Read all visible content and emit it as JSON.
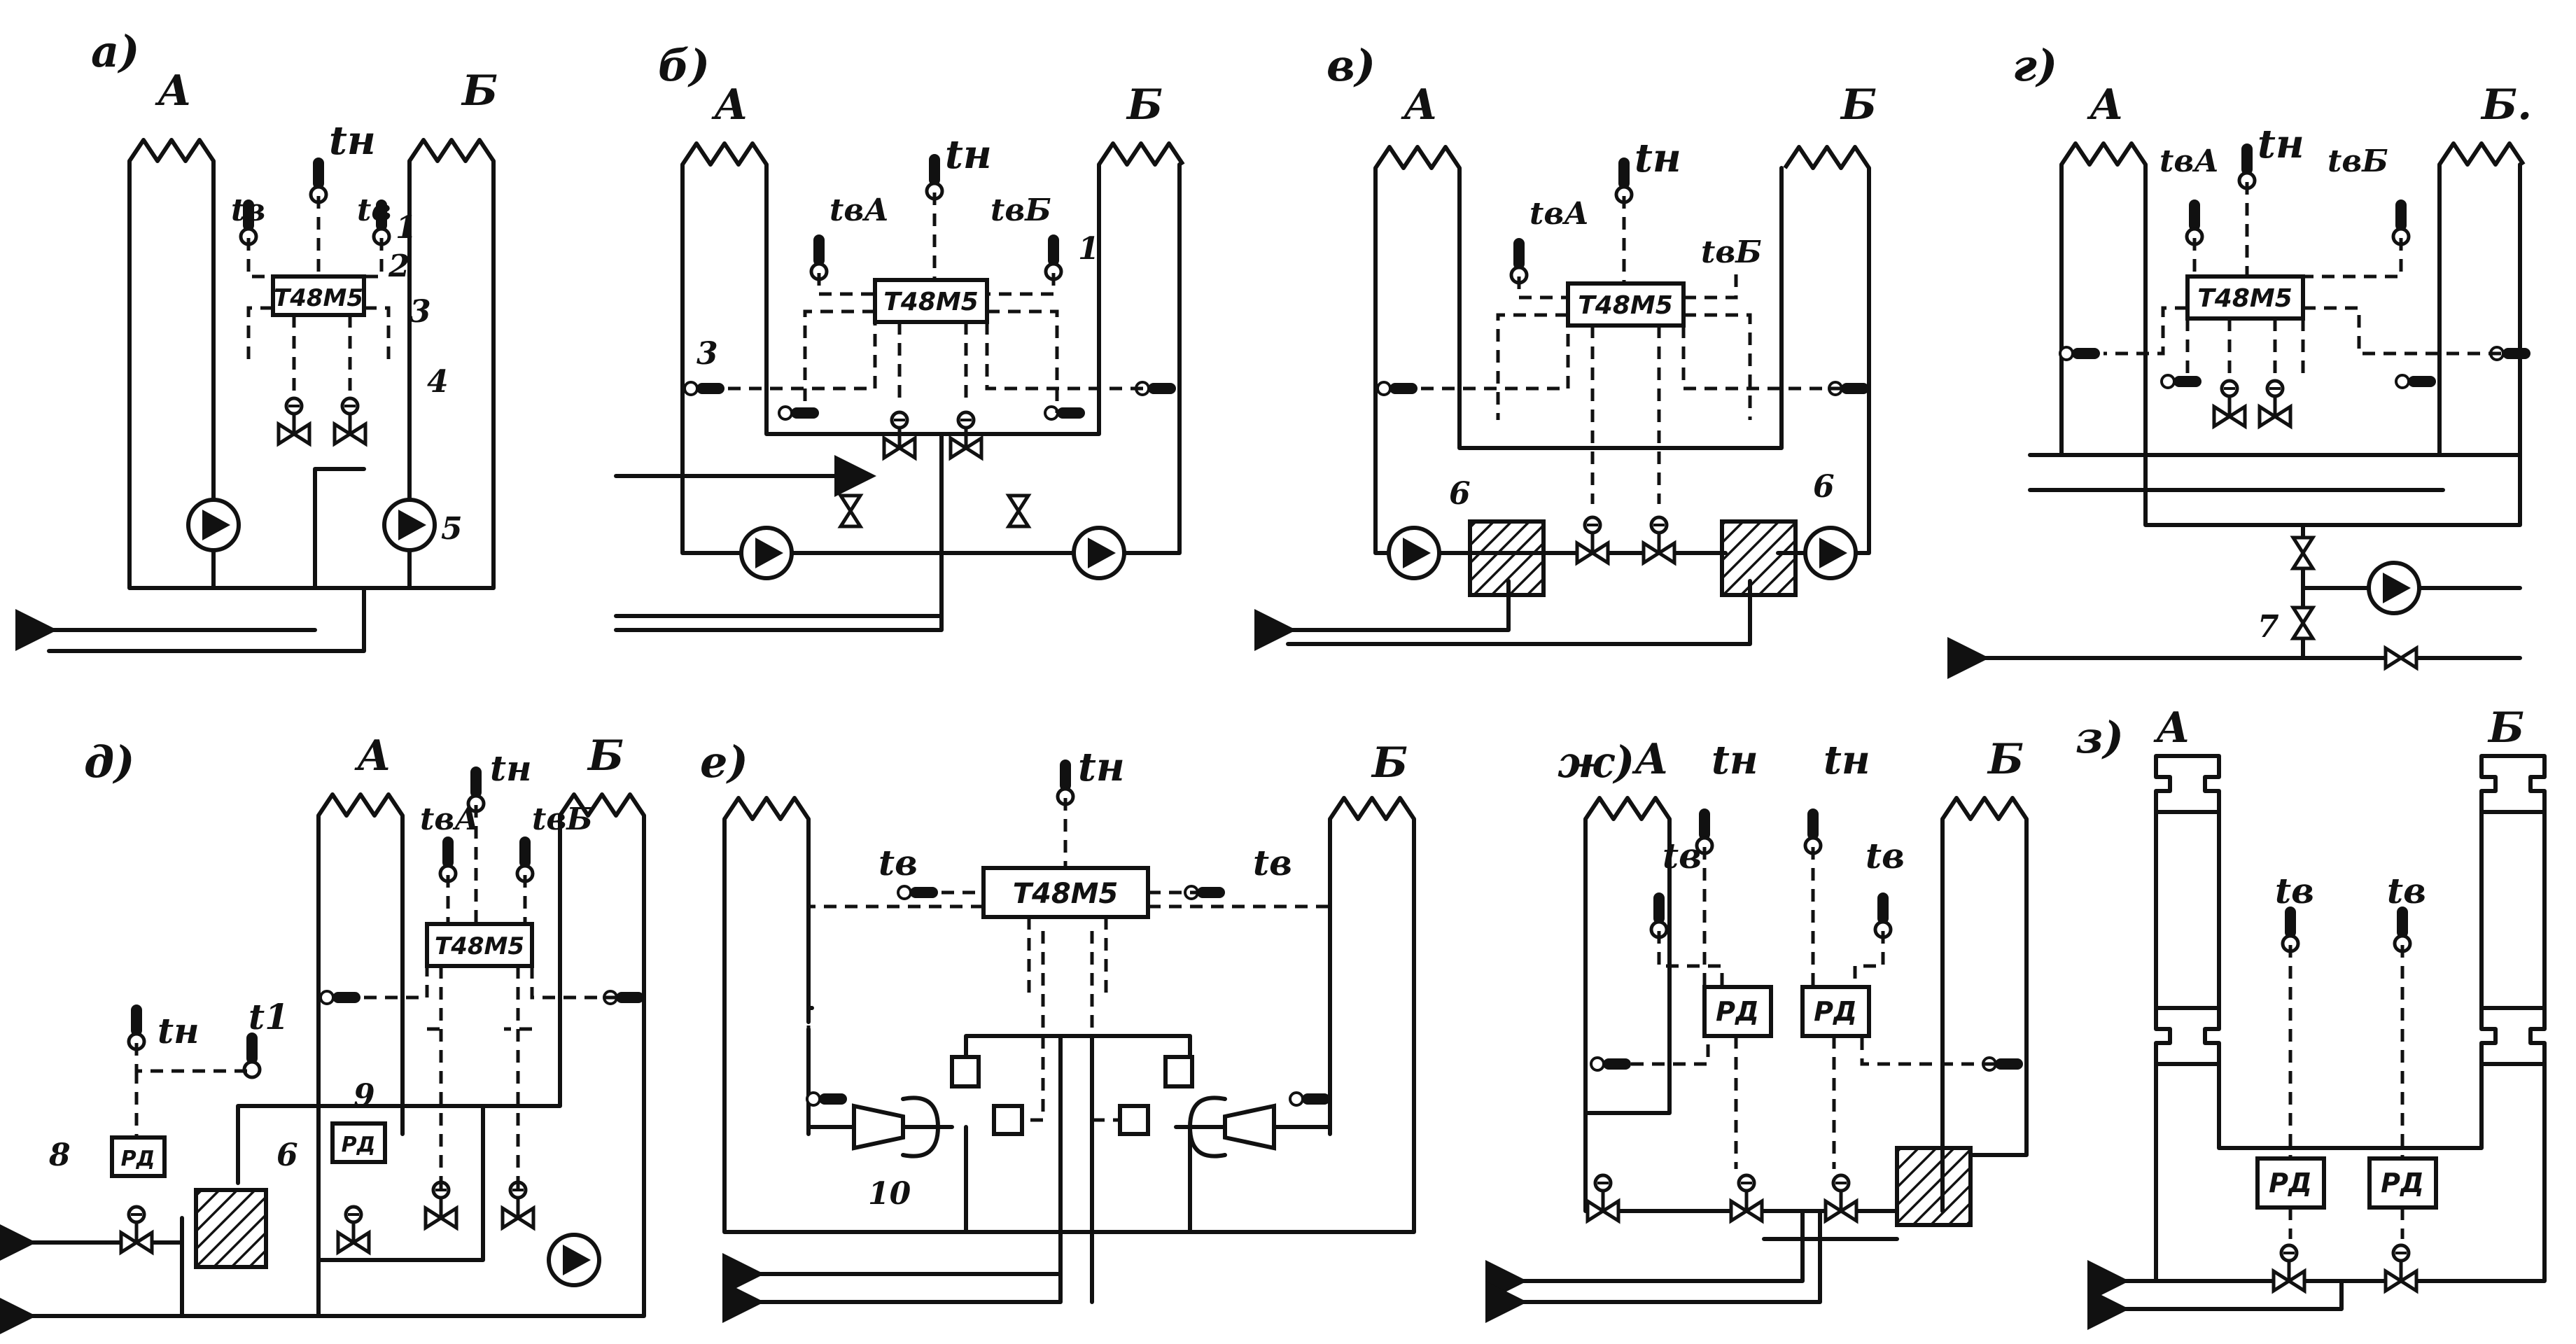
{
  "panels": [
    {
      "id": "a",
      "letter": "а)",
      "left": "А",
      "right": "Б",
      "controller": "Т48М5",
      "nums": [
        "1",
        "2",
        "3",
        "4",
        "5"
      ]
    },
    {
      "id": "b",
      "letter": "б)",
      "left": "А",
      "right": "Б",
      "controller": "Т48М5",
      "nums": [
        "1",
        "3"
      ]
    },
    {
      "id": "v",
      "letter": "в)",
      "left": "А",
      "right": "Б",
      "controller": "Т48М5",
      "nums": [
        "6",
        "6"
      ]
    },
    {
      "id": "g",
      "letter": "г)",
      "left": "А",
      "right": "Б.",
      "controller": "Т48М5",
      "nums": [
        "7"
      ]
    },
    {
      "id": "d",
      "letter": "д)",
      "left": "А",
      "right": "Б",
      "controller": "Т48М5",
      "nums": [
        "8",
        "6",
        "9"
      ],
      "sub_ctrl": [
        "РД",
        "РД"
      ]
    },
    {
      "id": "e",
      "letter": "е)",
      "left": "",
      "right": "Б",
      "controller": "Т48М5",
      "nums": [
        "10"
      ]
    },
    {
      "id": "zh",
      "letter": "ж)",
      "left": "А",
      "right": "Б",
      "sub_ctrl": [
        "РД",
        "РД"
      ]
    },
    {
      "id": "z",
      "letter": "з)",
      "left": "А",
      "right": "Б",
      "sub_ctrl": [
        "РД",
        "РД"
      ]
    }
  ],
  "symbols": {
    "t_out": "tн",
    "t_in": "tв",
    "t_in_a": "tвА",
    "t_in_b": "tвБ",
    "t1": "t1"
  }
}
